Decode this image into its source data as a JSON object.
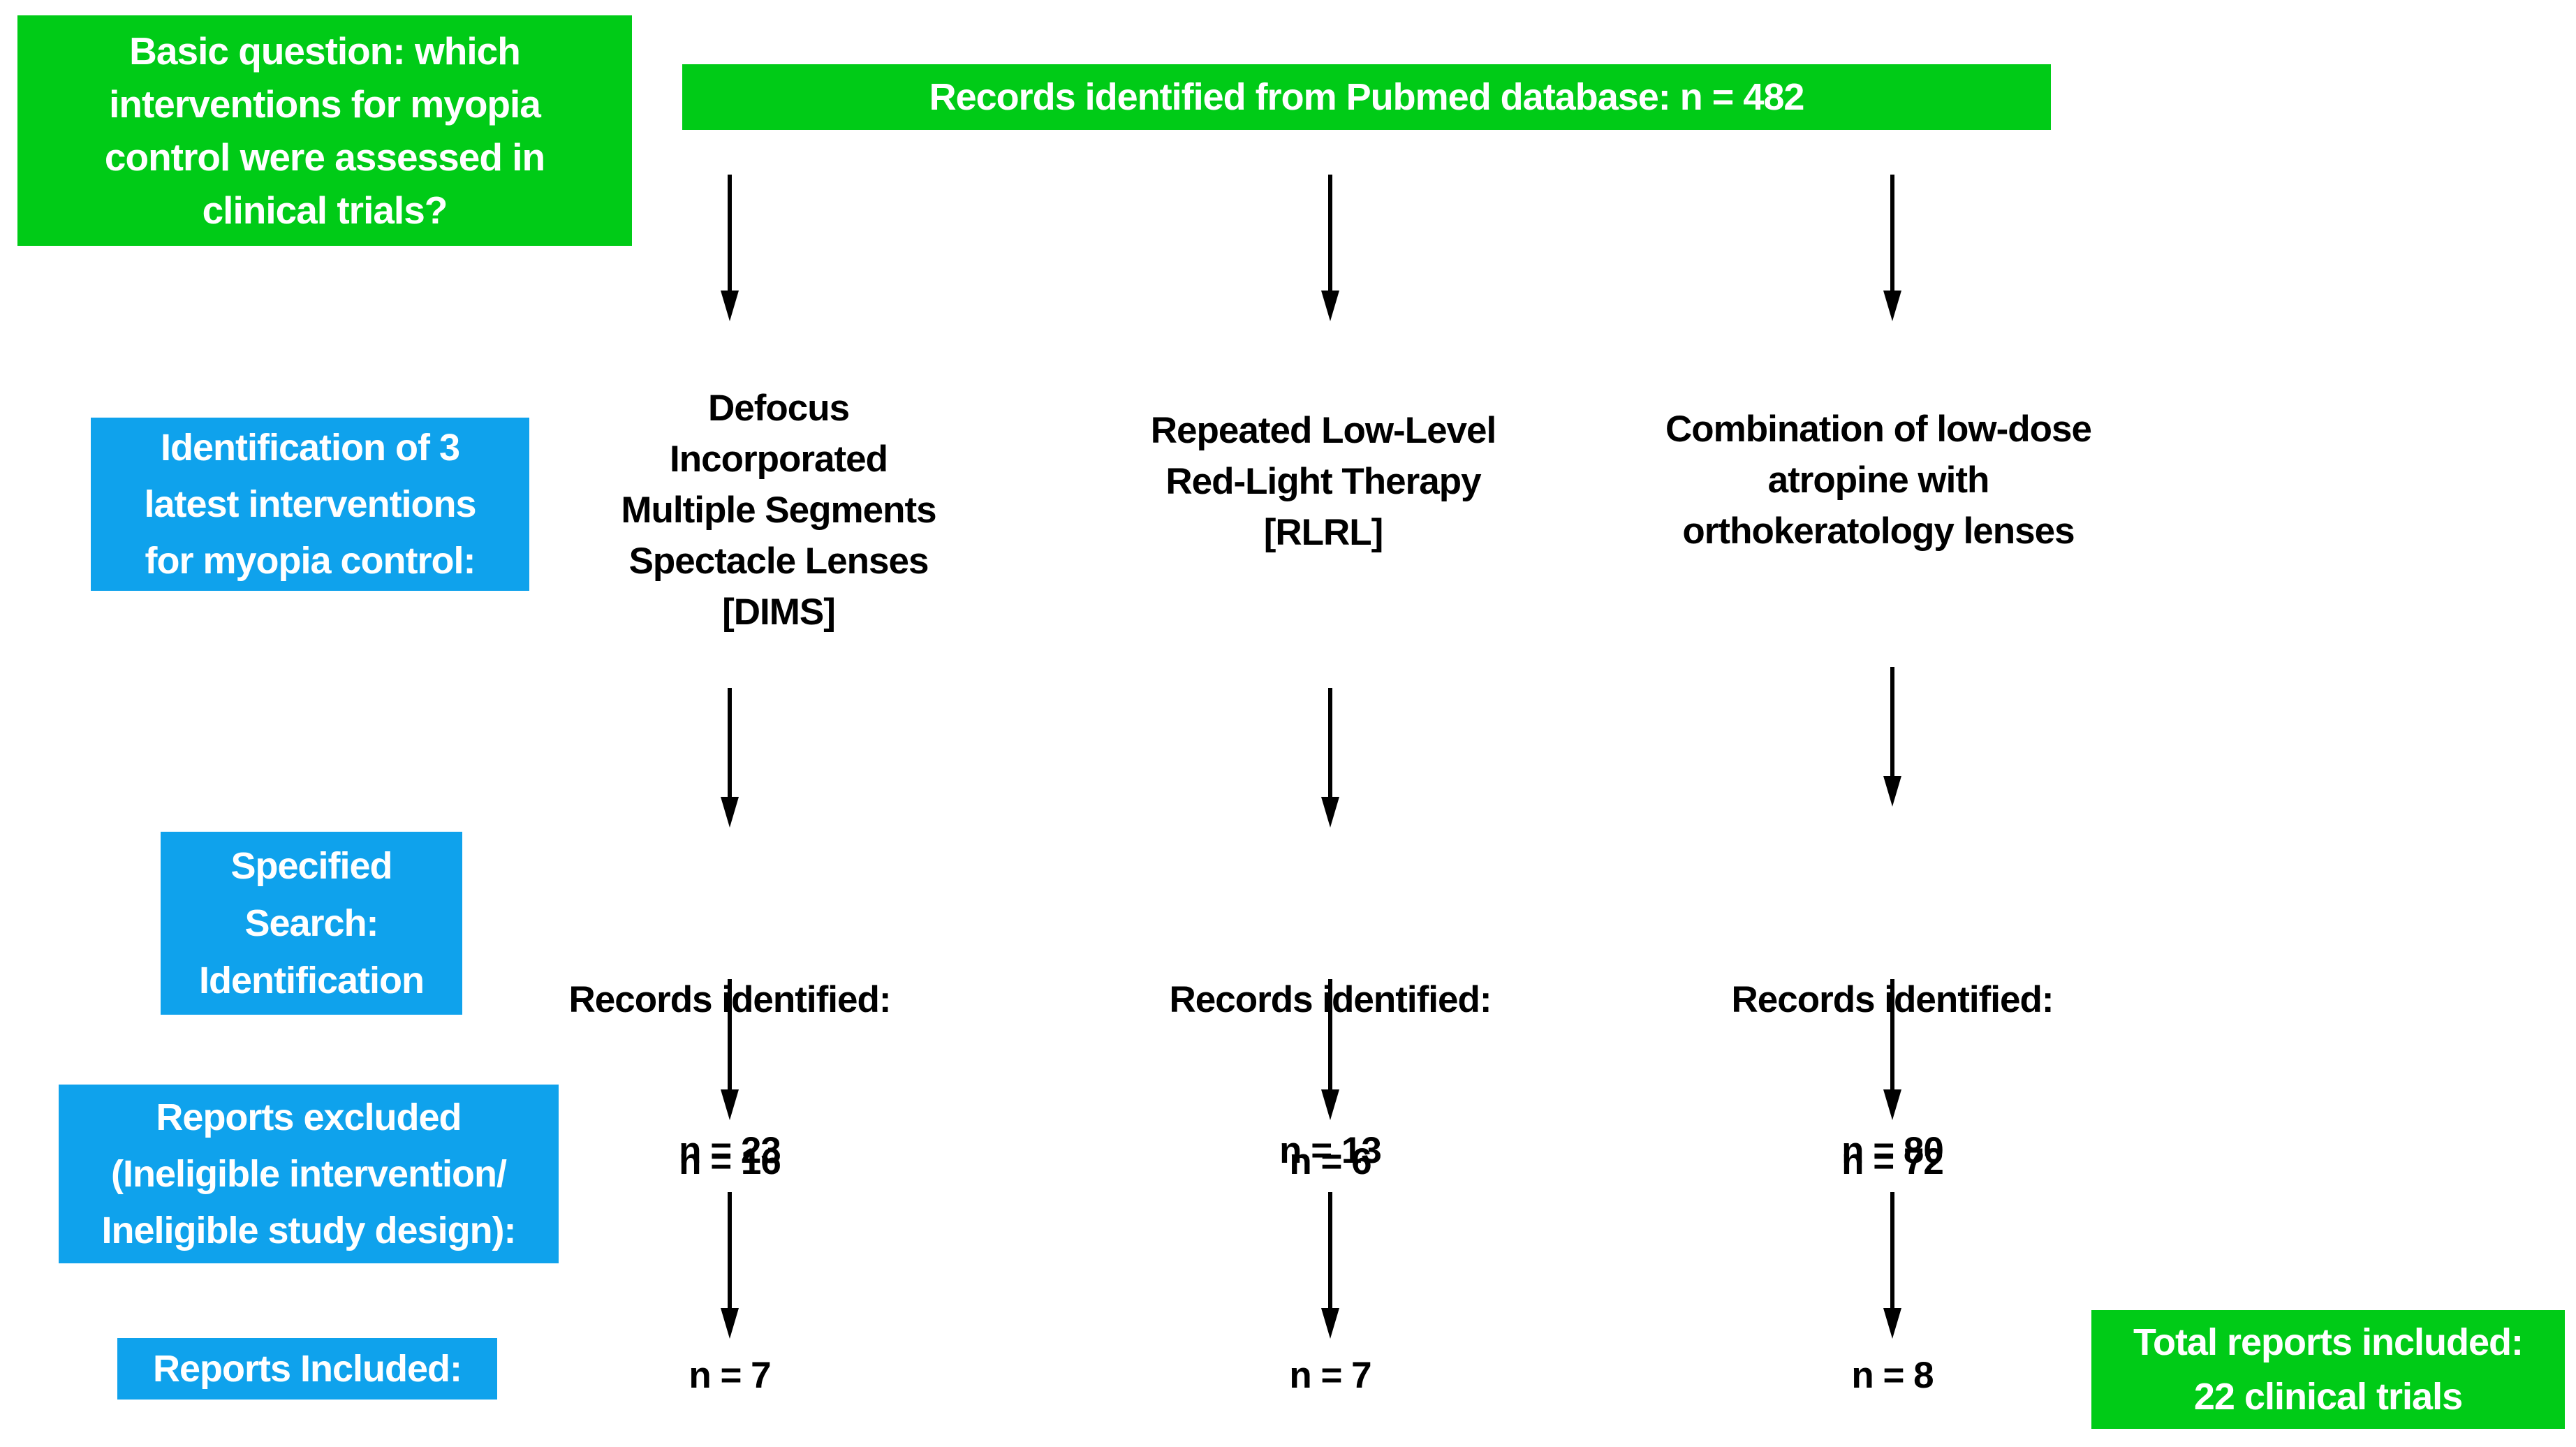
{
  "palette": {
    "green": "#00cb17",
    "blue": "#0fa2ec",
    "text_on_color": "#ffffff",
    "text_dark": "#000000",
    "background": "#ffffff"
  },
  "boxes": {
    "basic_question": "Basic question: which\ninterventions for myopia\ncontrol were assessed in\nclinical trials?",
    "pubmed": "Records identified from Pubmed database: n = 482",
    "total": "Total reports included:\n22 clinical trials"
  },
  "side_labels": [
    {
      "text": "Identification of 3\nlatest interventions\nfor myopia control:"
    },
    {
      "text": "Specified\nSearch:\nIdentification"
    },
    {
      "text": "Reports excluded\n(Ineligible intervention/\nIneligible study design):"
    },
    {
      "text": "Reports Included:"
    }
  ],
  "columns": [
    {
      "header": "Defocus\nIncorporated\nMultiple Segments\nSpectacle Lenses\n[DIMS]",
      "records_label": "Records identified:",
      "records_n": "n = 23",
      "excluded_n": "n = 16",
      "included_n": "n = 7"
    },
    {
      "header": "Repeated Low-Level\nRed-Light Therapy\n[RLRL]",
      "records_label": "Records identified:",
      "records_n": "n = 13",
      "excluded_n": "n = 6",
      "included_n": "n = 7"
    },
    {
      "header": "Combination of low-dose\natropine with\northokeratology lenses",
      "records_label": "Records identified:",
      "records_n": "n = 80",
      "excluded_n": "n = 72",
      "included_n": "n = 8"
    }
  ]
}
